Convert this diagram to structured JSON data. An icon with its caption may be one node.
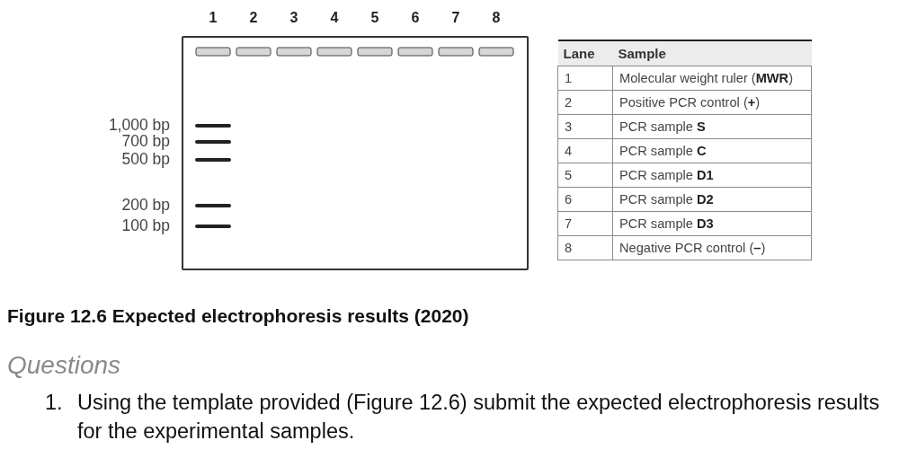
{
  "diagram": {
    "caption": "Figure 12.6 Expected electrophoresis results (2020)",
    "labels": [
      "1",
      "2",
      "3",
      "4",
      "5",
      "6",
      "7",
      "8",
      "1,000 bp",
      "700 bp",
      "500 bp",
      "200 bp",
      "100 bp",
      "Lane",
      "Sample",
      "1",
      "Molecular weight ruler (**MWR**)",
      "2",
      "Positive PCR control (**+**)",
      "3",
      "PCR sample **S**",
      "4",
      "PCR sample **C**",
      "5",
      "PCR sample **D1**",
      "6",
      "PCR sample **D2**",
      "7",
      "PCR sample **D3**",
      "8",
      "Negative PCR control (**–**)",
      "Questions",
      "1.",
      "Using the template provided (Figure 12.6) submit the expected electrophoresis results for the experimental samples."
    ]
  }
}
